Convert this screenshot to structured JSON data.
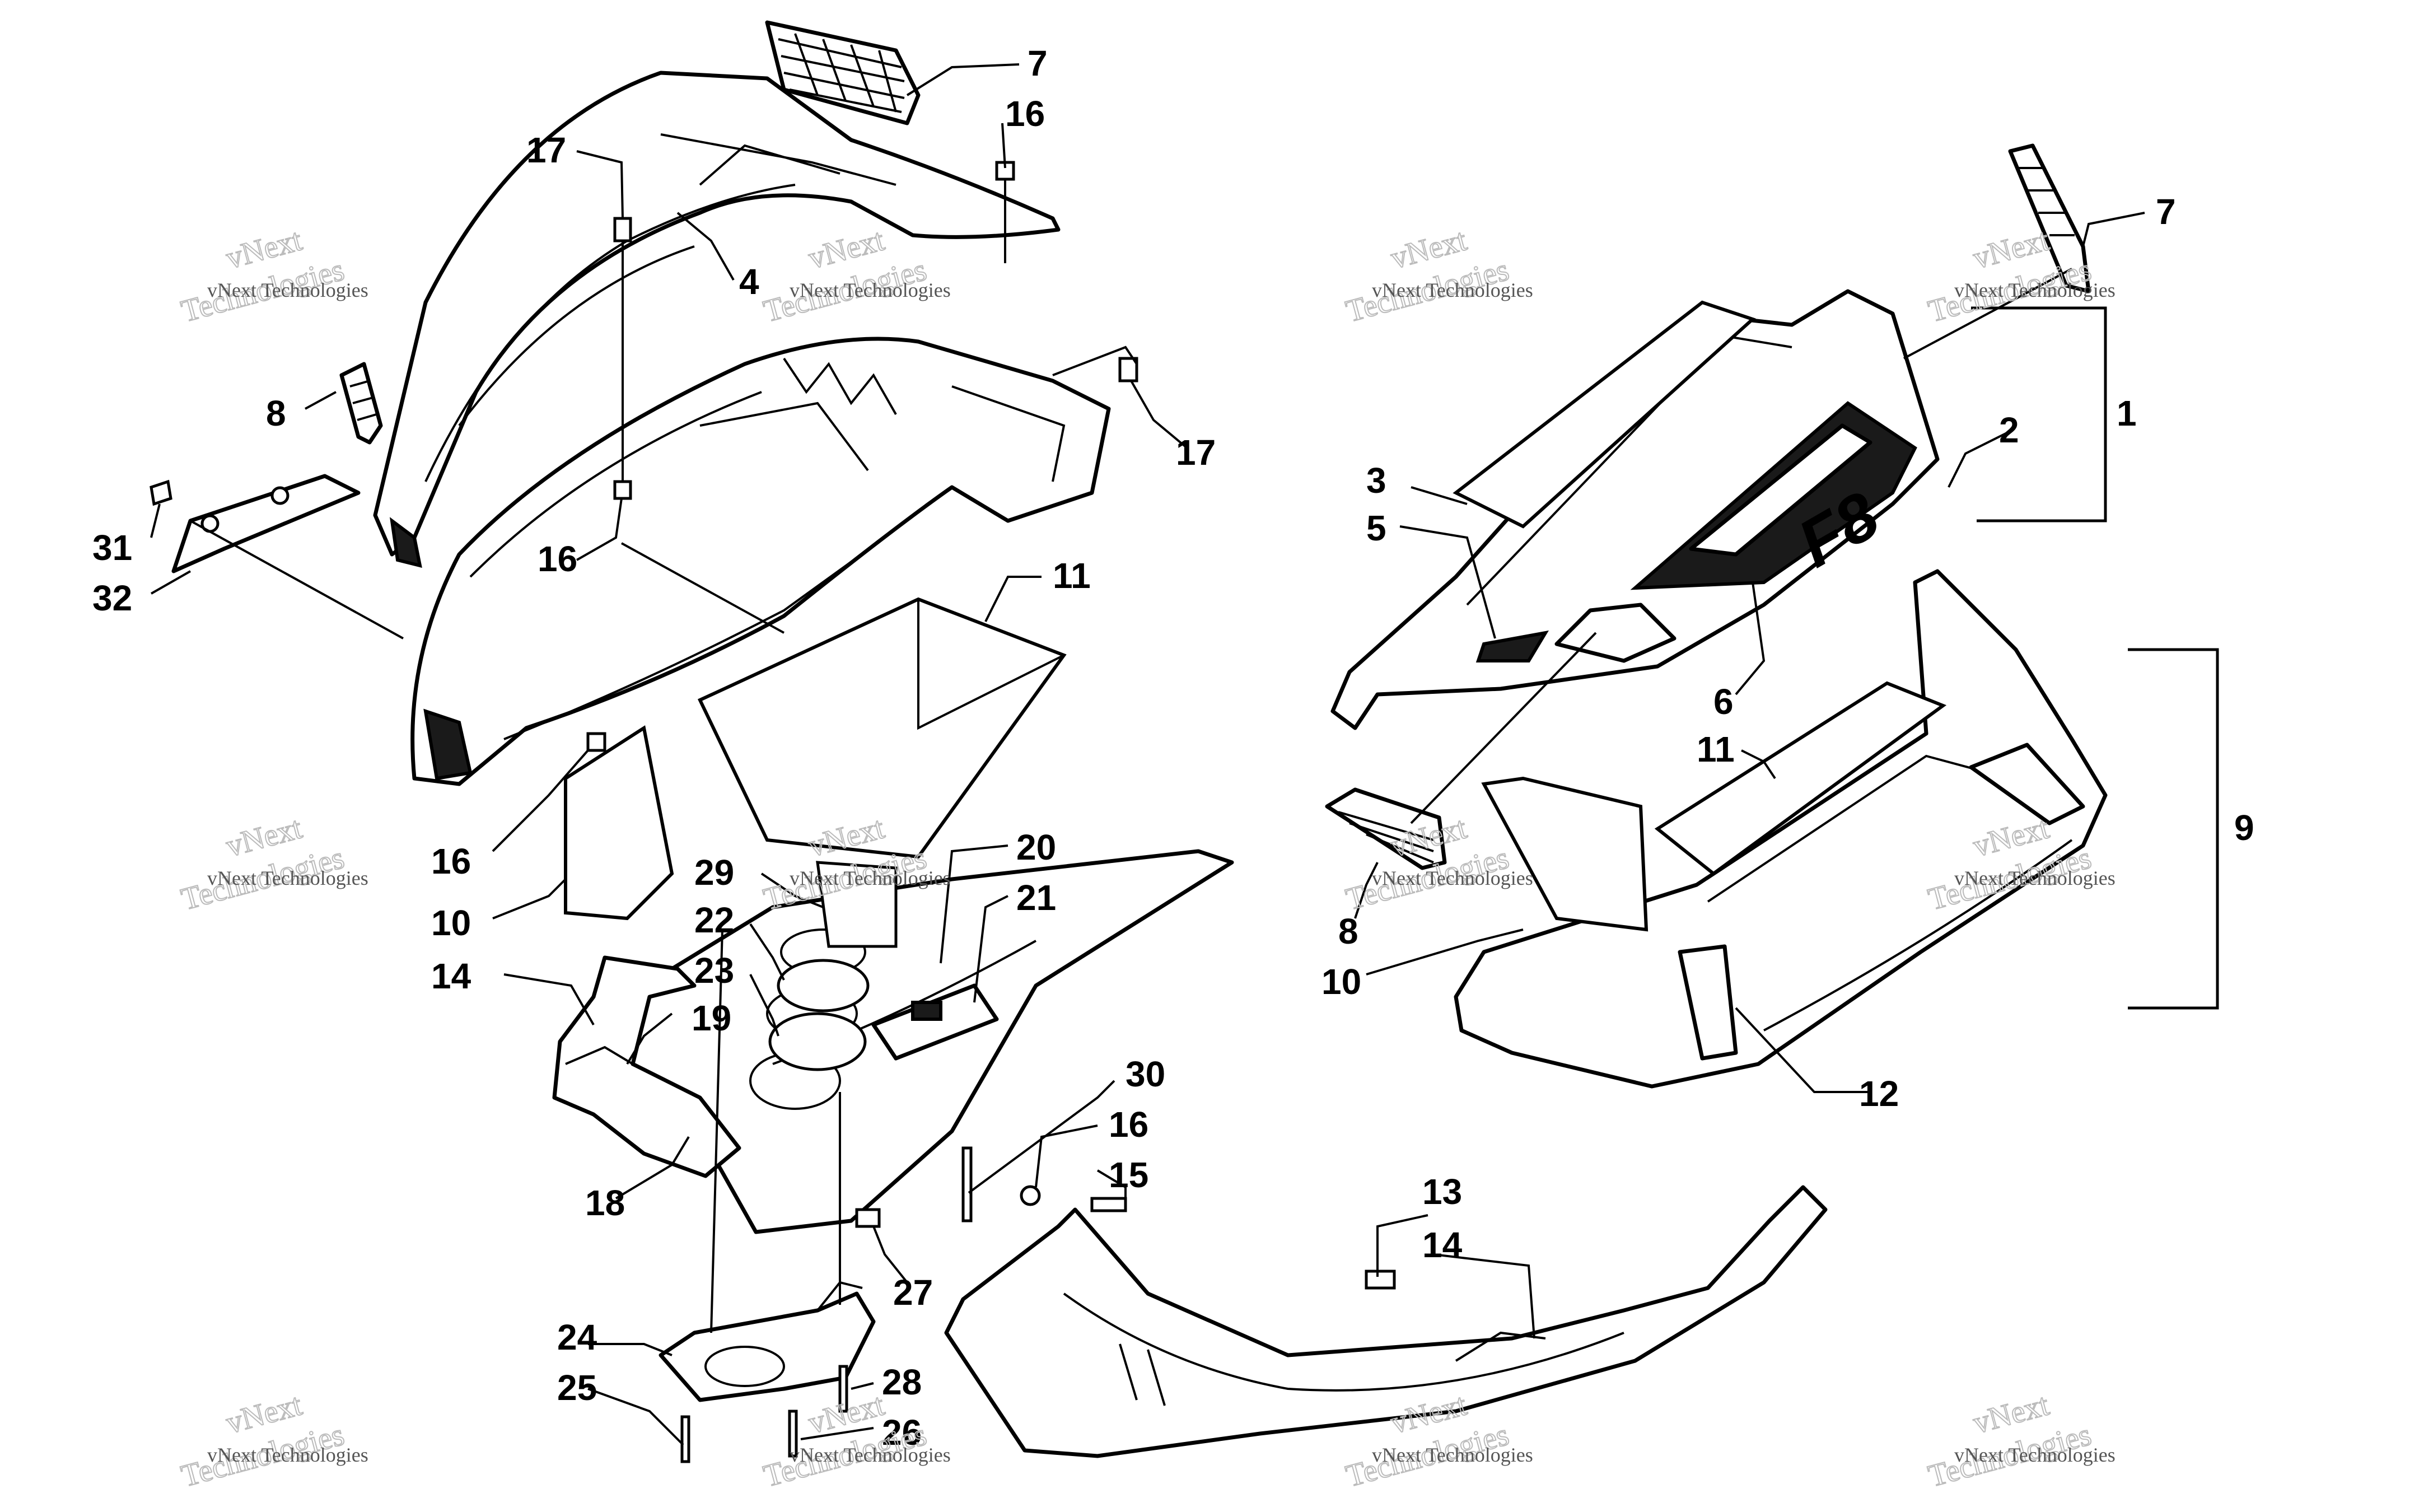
{
  "callouts": {
    "c1": "1",
    "c2": "2",
    "c3": "3",
    "c4": "4",
    "c5": "5",
    "c6": "6",
    "c7a": "7",
    "c7b": "7",
    "c8a": "8",
    "c8b": "8",
    "c9": "9",
    "c10a": "10",
    "c10b": "10",
    "c11a": "11",
    "c11b": "11",
    "c12": "12",
    "c13": "13",
    "c14a": "14",
    "c14b": "14",
    "c15": "15",
    "c16a": "16",
    "c16b": "16",
    "c16c": "16",
    "c16d": "16",
    "c17a": "17",
    "c17b": "17",
    "c18": "18",
    "c19": "19",
    "c20": "20",
    "c21": "21",
    "c22": "22",
    "c23": "23",
    "c24": "24",
    "c25": "25",
    "c26": "26",
    "c27": "27",
    "c28": "28",
    "c29": "29",
    "c30": "30",
    "c31": "31",
    "c32": "32"
  },
  "decal": {
    "text": "F8"
  },
  "watermark": {
    "line1": "vNext",
    "line2": "Technologies",
    "small": "vNext Technologies"
  }
}
